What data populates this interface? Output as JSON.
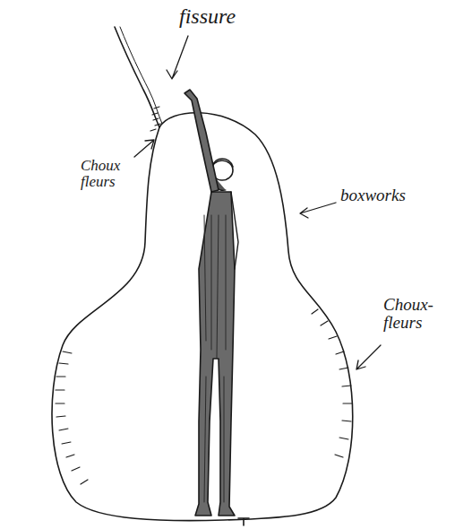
{
  "diagram": {
    "labels": [
      "fissure",
      "Choux fleurs",
      "boxworks",
      "Choux- fleurs"
    ]
  }
}
